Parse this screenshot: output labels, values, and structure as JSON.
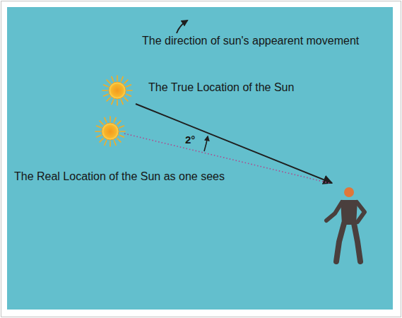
{
  "diagram": {
    "labels": [
      "The direction of sun's appearent movement",
      "The True Location of the Sun",
      "2°",
      "The Real Location of the Sun as one sees"
    ]
  }
}
